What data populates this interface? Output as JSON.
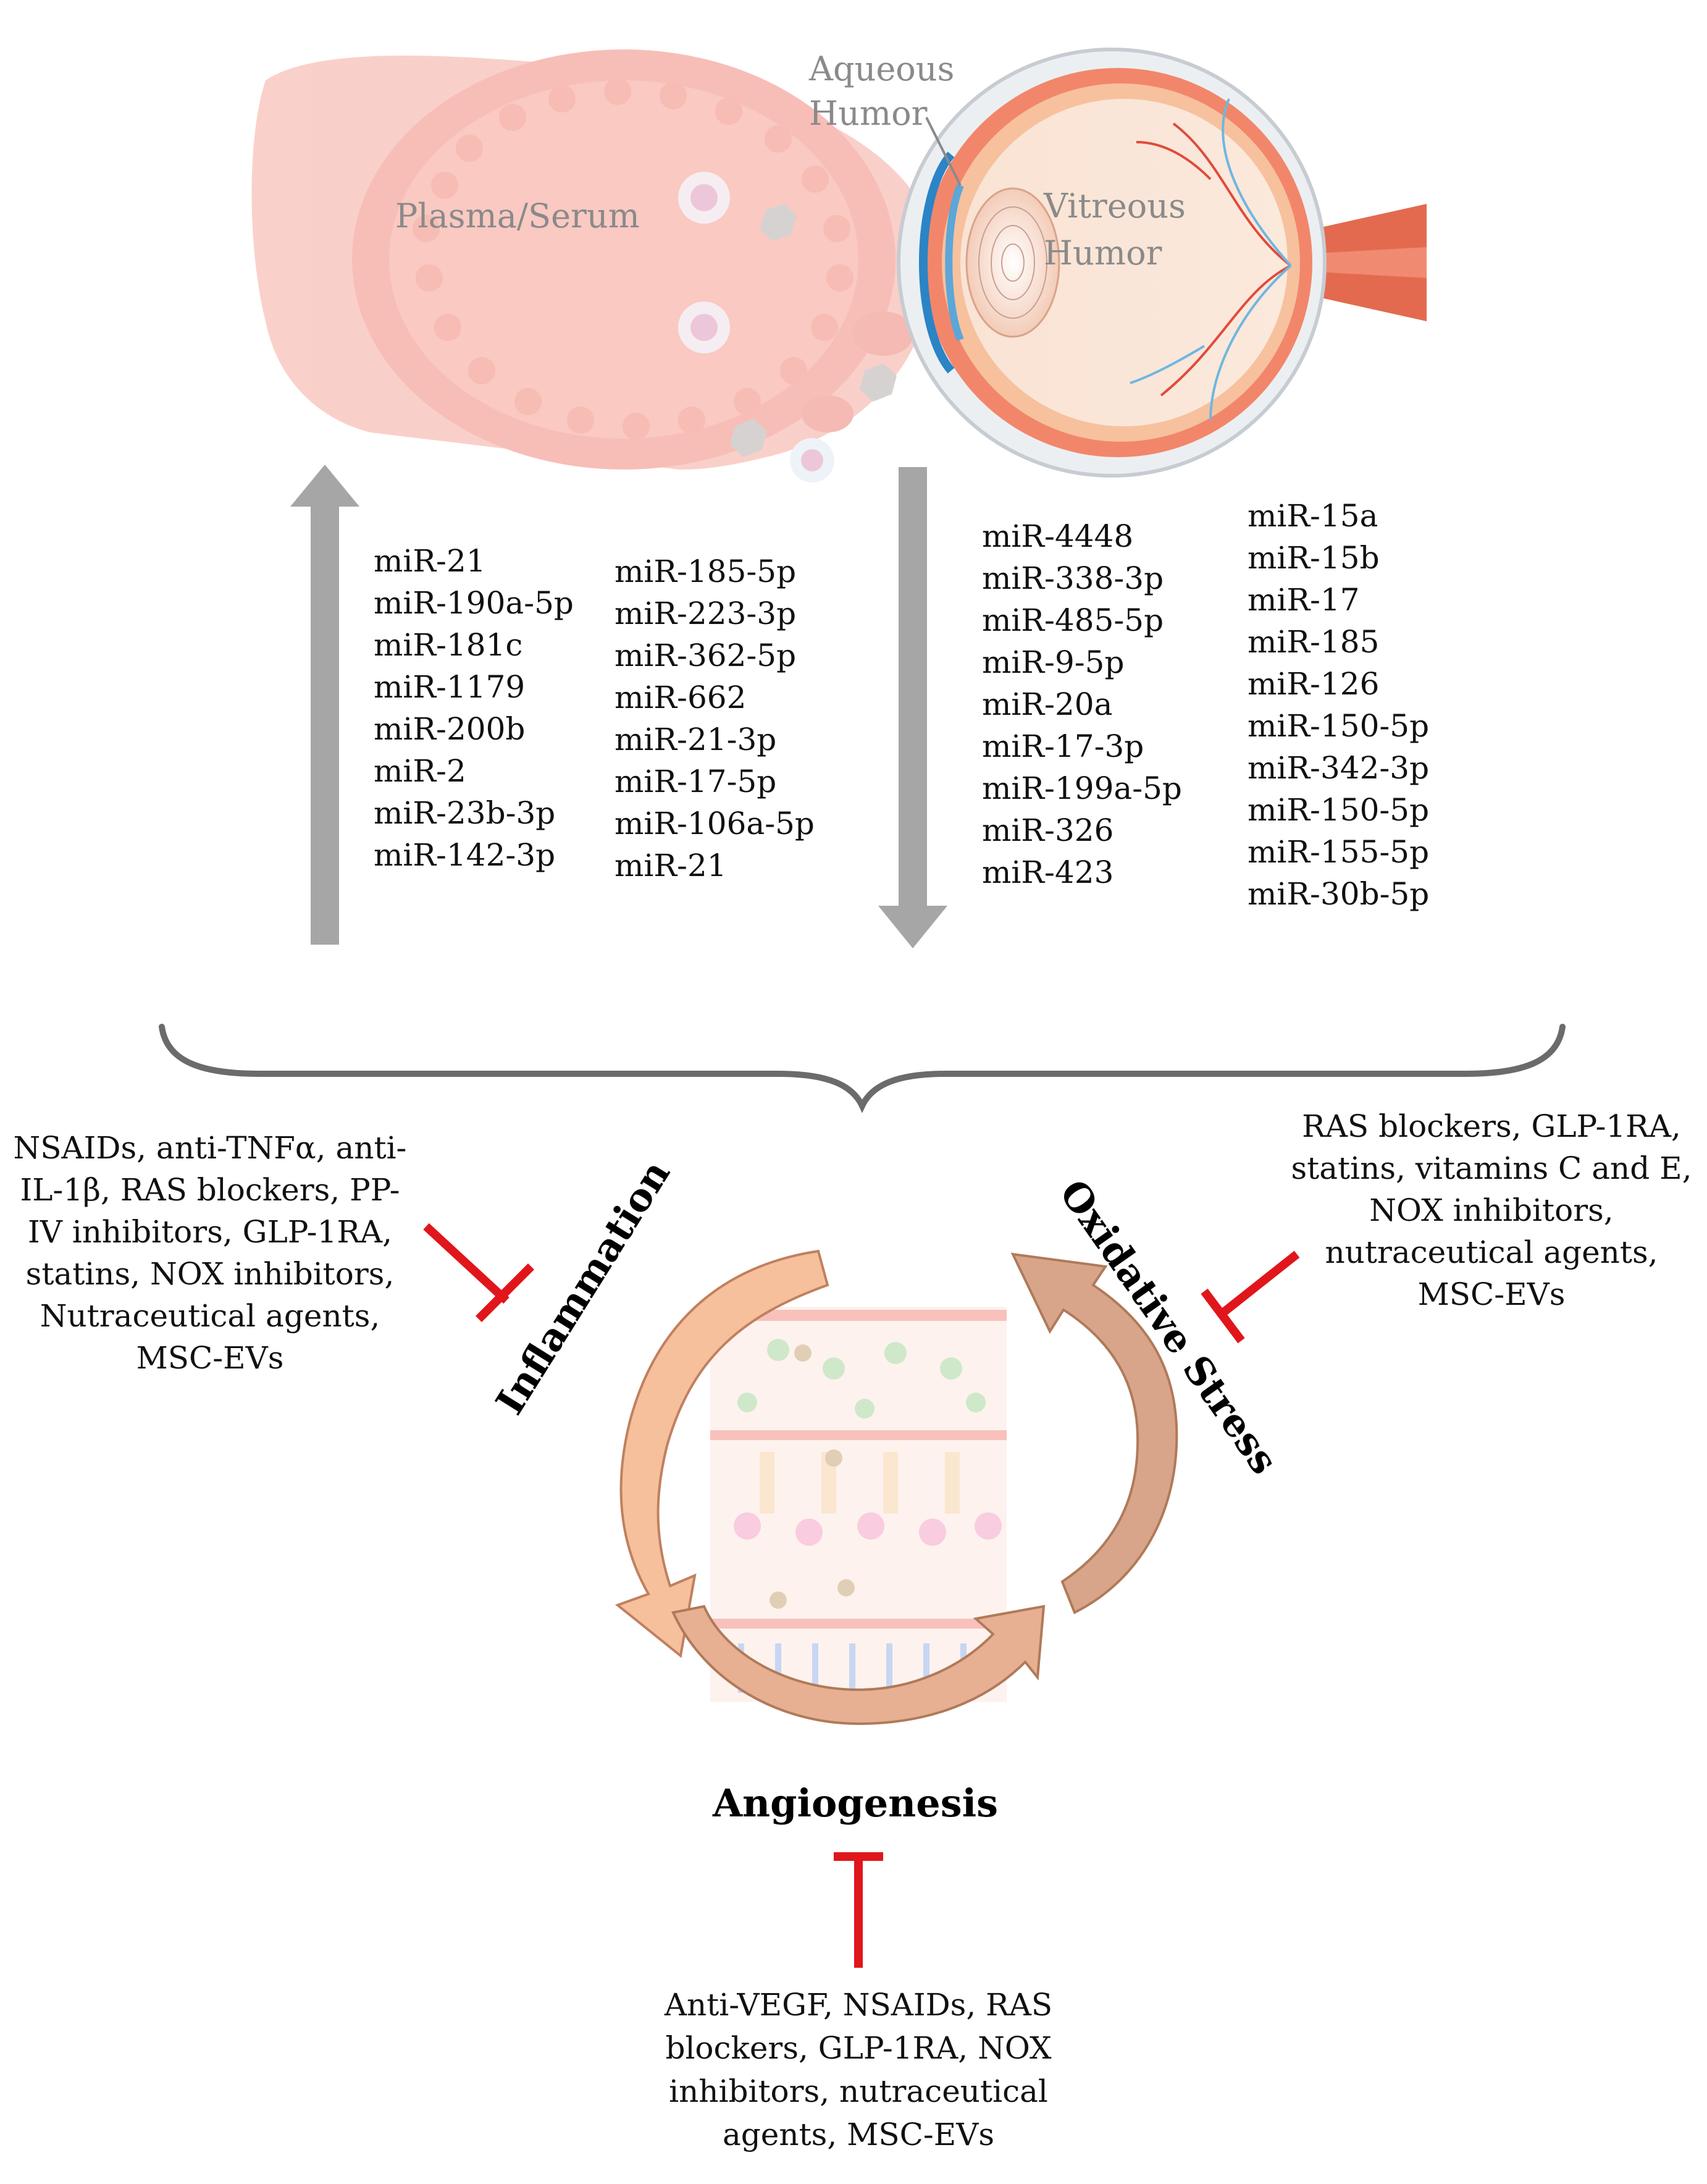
{
  "compartments": {
    "plasma": "Plasma/Serum",
    "aqueous_line1": "Aqueous",
    "aqueous_line2": "Humor",
    "vitreous_line1": "Vitreous",
    "vitreous_line2": "Humor"
  },
  "upregulated": {
    "direction": "up",
    "col1": [
      "miR-21",
      "miR-190a-5p",
      "miR-181c",
      "miR-1179",
      "miR-200b",
      "miR-2",
      "miR-23b-3p",
      "miR-142-3p"
    ],
    "col2": [
      "miR-185-5p",
      "miR-223-3p",
      "miR-362-5p",
      "miR-662",
      "miR-21-3p",
      "miR-17-5p",
      "miR-106a-5p",
      "miR-21"
    ]
  },
  "downregulated": {
    "direction": "down",
    "col1": [
      "miR-4448",
      "miR-338-3p",
      "miR-485-5p",
      "miR-9-5p",
      "miR-20a",
      "miR-17-3p",
      "miR-199a-5p",
      "miR-326",
      "miR-423"
    ],
    "col2": [
      "miR-15a",
      "miR-15b",
      "miR-17",
      "miR-185",
      "miR-126",
      "miR-150-5p",
      "miR-342-3p",
      "miR-150-5p",
      "miR-155-5p",
      "miR-30b-5p"
    ]
  },
  "processes": {
    "inflammation": "Inflammation",
    "oxidative_stress": "Oxidative Stress",
    "angiogenesis": "Angiogenesis"
  },
  "treatments": {
    "inflammation": [
      "NSAIDs, anti-TNFα, anti-",
      "IL-1β, RAS blockers, PP-",
      "IV inhibitors, GLP-1RA,",
      "statins, NOX inhibitors,",
      "Nutraceutical agents,",
      "MSC-EVs"
    ],
    "oxidative_stress": [
      "RAS blockers, GLP-1RA,",
      "statins, vitamins C and E,",
      "NOX inhibitors,",
      "nutraceutical agents,",
      "MSC-EVs"
    ],
    "angiogenesis": [
      "Anti-VEGF, NSAIDs, RAS",
      "blockers, GLP-1RA, NOX",
      "inhibitors, nutraceutical",
      "agents, MSC-EVs"
    ]
  },
  "colors": {
    "inhibit": "#e0161b",
    "arrow_grey": "#a6a6a6",
    "cycle_fill": "#f6c09c",
    "cycle_dark": "#c08060",
    "plasma_pink": "#f8b9b0",
    "brace": "#6b6b6b"
  }
}
